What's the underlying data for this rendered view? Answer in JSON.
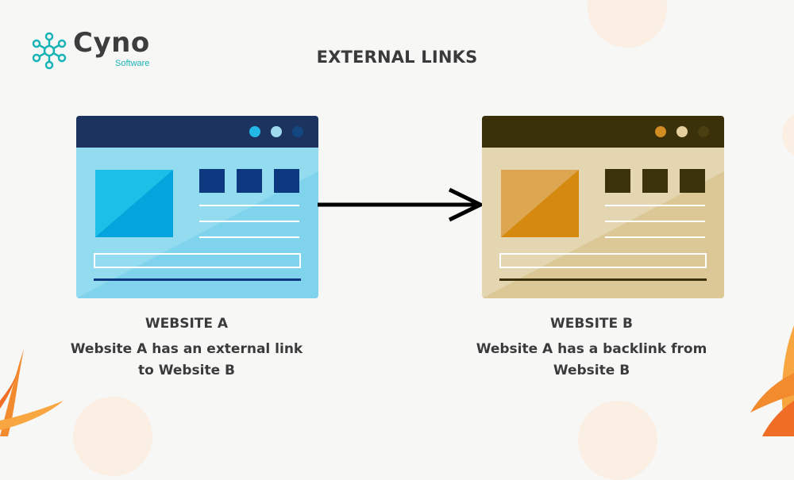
{
  "brand": {
    "name": "Cyno",
    "sub": "Software"
  },
  "title": "EXTERNAL LINKS",
  "websites": [
    {
      "title": "WEBSITE A",
      "desc1": "Website A has an external link",
      "desc2": "to Website B"
    },
    {
      "title": "WEBSITE B",
      "desc1": "Website A has a backlink from",
      "desc2": "Website B"
    }
  ],
  "colors": {
    "brand_teal": "#19b3b5",
    "a_bar": "#1c3360",
    "a_body": "#93dbef",
    "a_hero": "#25c1e8",
    "a_squares": "#0d3880",
    "b_bar": "#3a3009",
    "b_body": "#e3d6b0",
    "b_hero": "#d9a34a",
    "b_squares": "#3b310a"
  },
  "icons": {
    "logo": "network-nodes-icon",
    "arrow": "arrow-right-icon",
    "window_dots": "window-control-dots"
  }
}
